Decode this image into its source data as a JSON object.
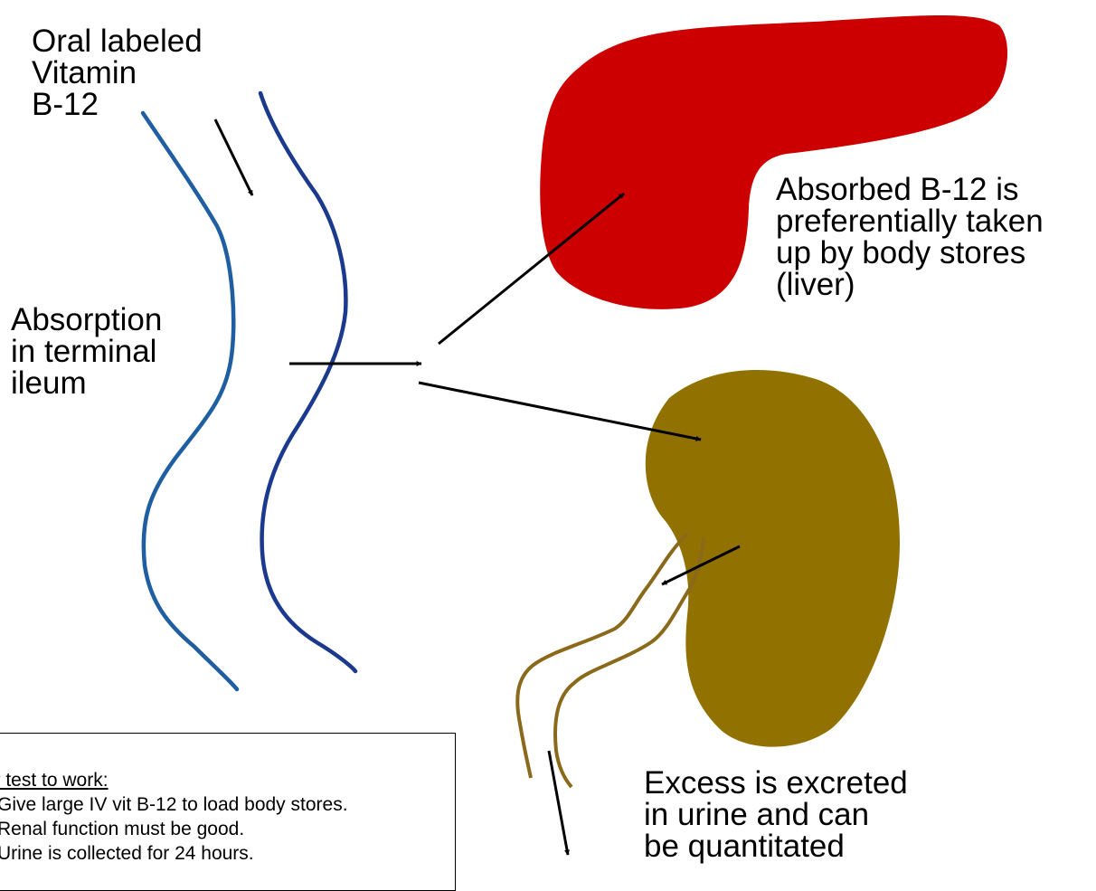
{
  "colors": {
    "intestine_left": "#1f5ea0",
    "intestine_right": "#1b3a8e",
    "liver": "#cc0000",
    "kidney": "#917200",
    "ureter": "#8a6a1a",
    "arrow": "#000000"
  },
  "labels": {
    "oral": [
      "Oral labeled",
      "Vitamin",
      "B-12"
    ],
    "absorption": [
      "Absorption",
      "in terminal",
      "ileum"
    ],
    "liver": [
      "Absorbed B-12 is",
      "preferentially taken",
      "up by body stores",
      "(liver)"
    ],
    "excretion": [
      "Excess is excreted",
      "in urine and can",
      "be quantitated"
    ]
  },
  "note": {
    "heading": "For test to work:",
    "items": [
      "Give large IV vit B-12 to load body stores.",
      "Renal function must be good.",
      "Urine is collected for 24 hours."
    ]
  }
}
